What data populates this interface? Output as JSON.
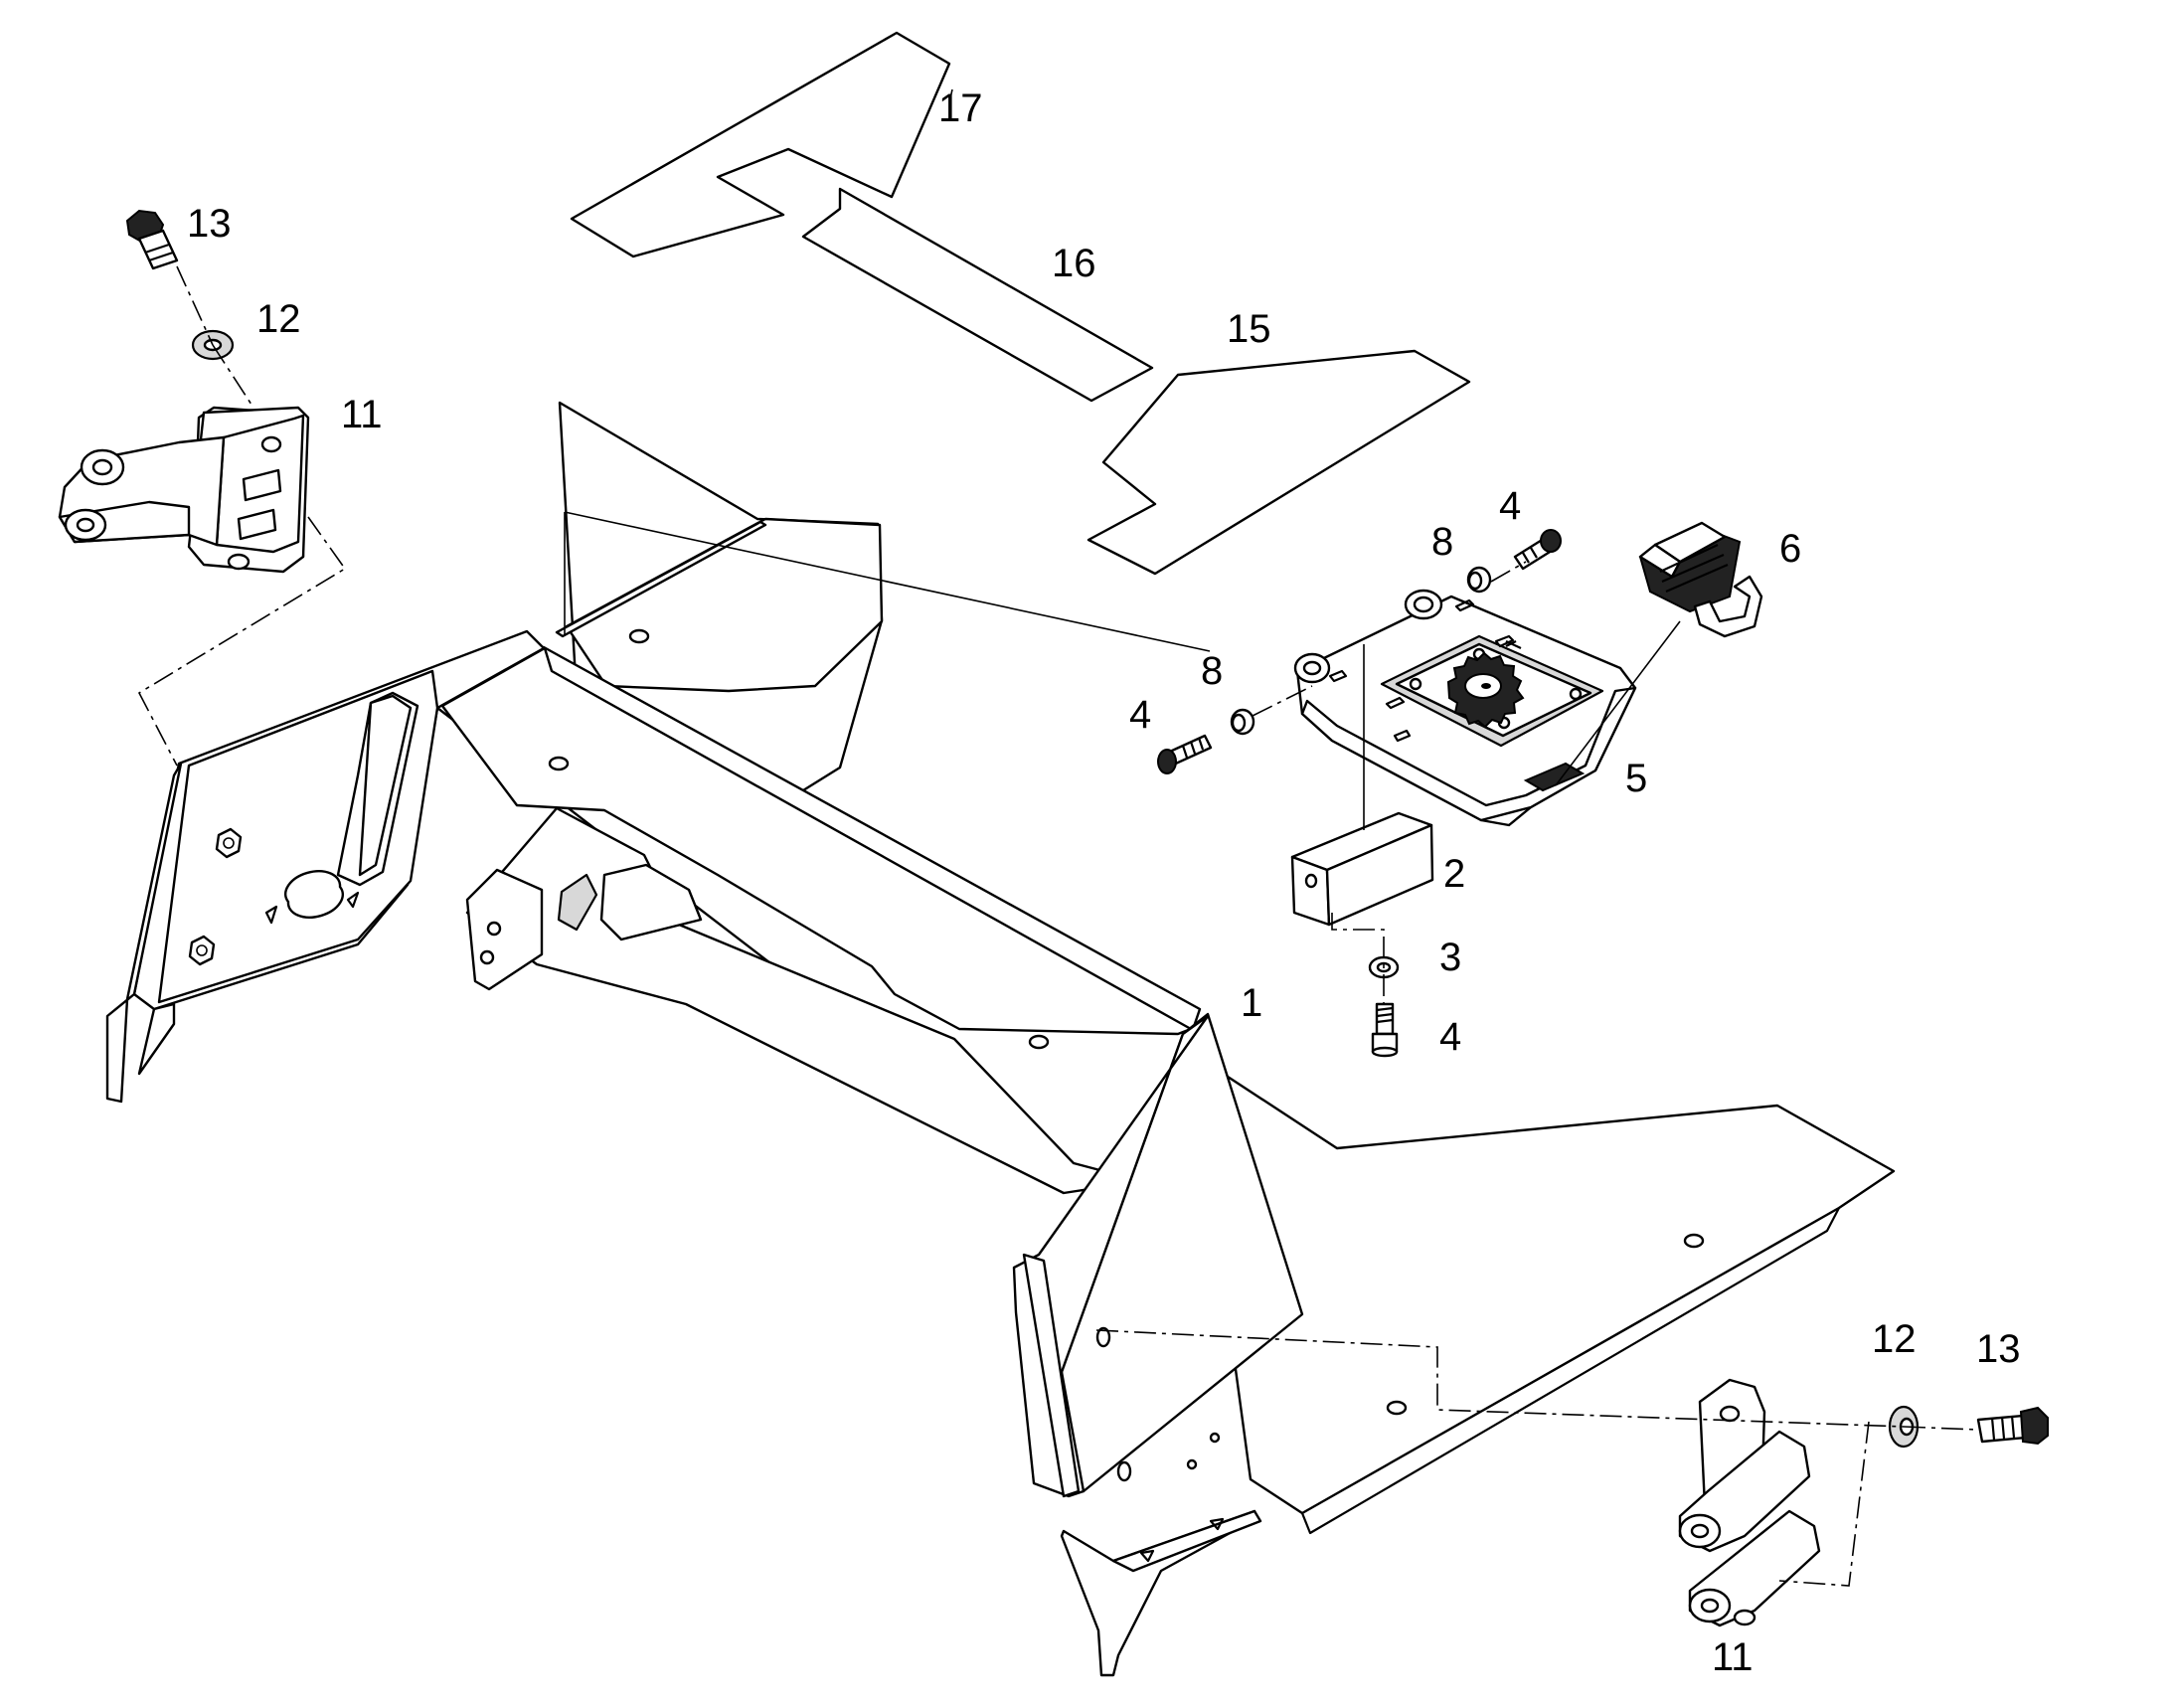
{
  "callouts": {
    "c1": "1",
    "c2": "2",
    "c3": "3",
    "c4a": "4",
    "c4b": "4",
    "c4c": "4",
    "c5": "5",
    "c6": "6",
    "c8a": "8",
    "c8b": "8",
    "c11a": "11",
    "c11b": "11",
    "c12a": "12",
    "c12b": "12",
    "c13a": "13",
    "c13b": "13",
    "c15": "15",
    "c16": "16",
    "c17": "17"
  }
}
